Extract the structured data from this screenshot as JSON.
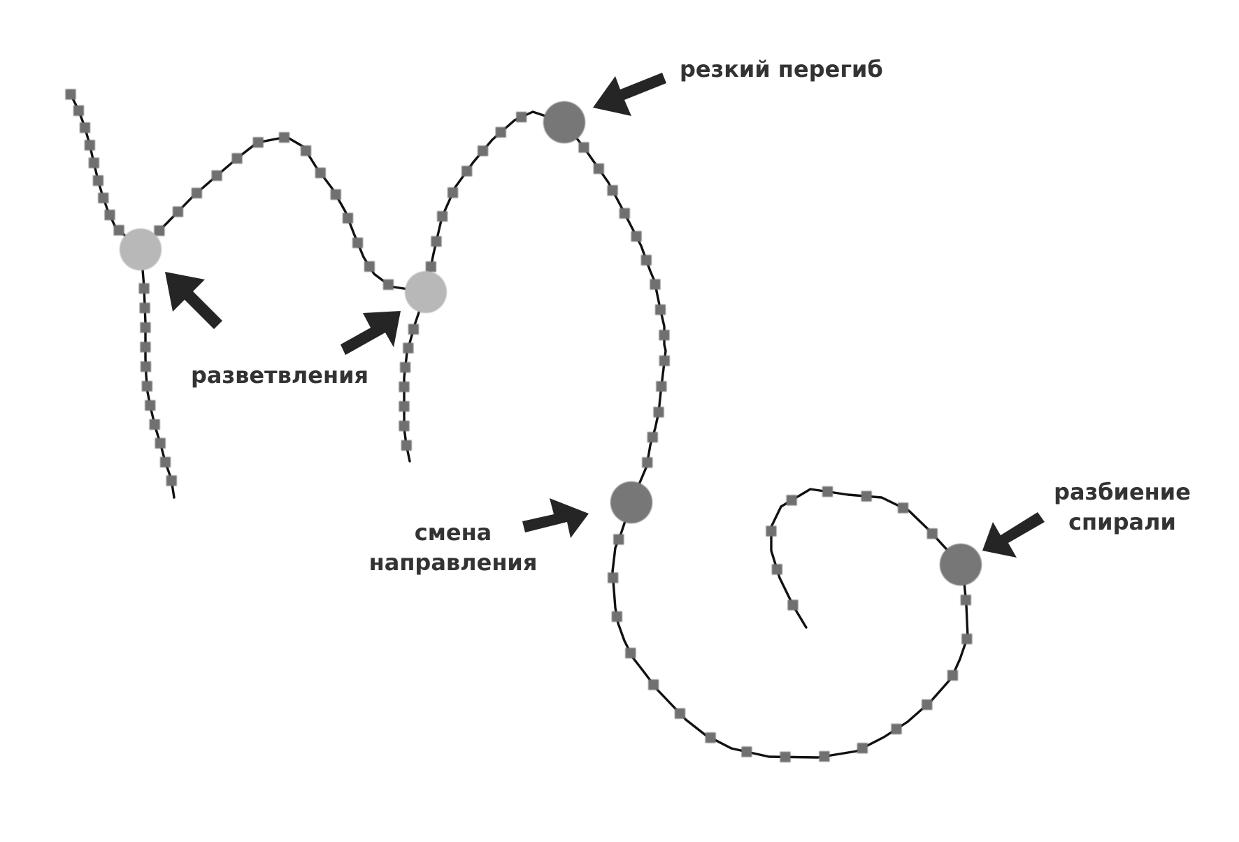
{
  "labels": {
    "branching": "разветвления",
    "sharp_bend": "резкий перегиб",
    "direction_change_line1": "смена",
    "direction_change_line2": "направления",
    "spiral_split_line1": "разбиение",
    "spiral_split_line2": "спирали"
  },
  "colors": {
    "stroke": "#111111",
    "sample_marker": "#6f6f6f",
    "branch_node": "#b8b8b8",
    "split_node": "#777777",
    "arrow": "#252525",
    "label_text": "#333333"
  },
  "legend": {
    "sample_marker_shape": "square",
    "branch_node_shape": "circle-light",
    "split_node_shape": "circle-dark",
    "pointer_icon": "arrow-icon"
  }
}
